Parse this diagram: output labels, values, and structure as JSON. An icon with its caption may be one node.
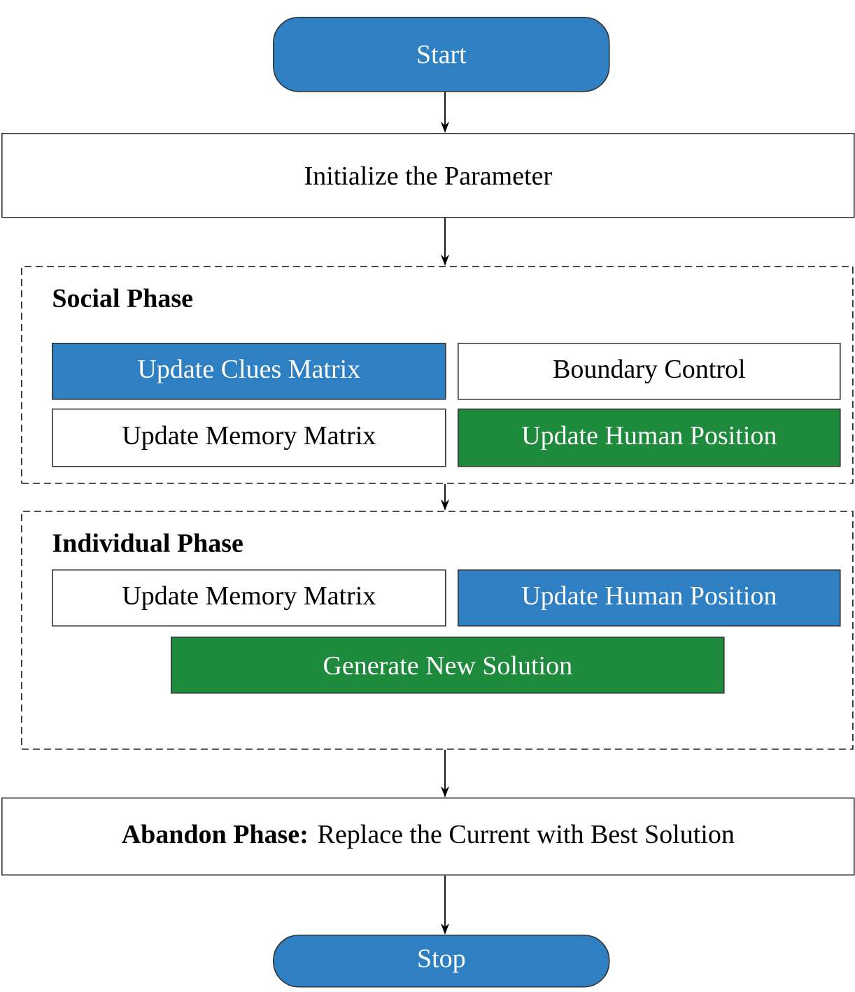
{
  "diagram": {
    "nodes": [
      {
        "text": [
          "Start"
        ]
      },
      {
        "text": [
          "Initialize the Parameter"
        ]
      },
      {
        "text": [
          "Social Phase"
        ]
      },
      {
        "text": [
          "Update Clues Matrix"
        ],
        "in": 2
      },
      {
        "text": [
          "Boundary Control"
        ],
        "in": 2
      },
      {
        "text": [
          "Update Memory Matrix"
        ],
        "in": 2
      },
      {
        "text": [
          "Update Human Position"
        ],
        "in": 2
      },
      {
        "text": [
          "Individual Phase"
        ]
      },
      {
        "text": [
          "Update Memory Matrix"
        ],
        "in": 7
      },
      {
        "text": [
          "Update Human Position"
        ],
        "in": 7
      },
      {
        "text": [
          "Generate New Solution"
        ],
        "in": 7
      },
      {
        "text": [
          "**Abandon Phase:** Replace the Current with Best Solution"
        ]
      },
      {
        "text": [
          "Stop"
        ]
      }
    ],
    "edges": [
      {
        "from": 0,
        "to": 1,
        "arrow": "to"
      },
      {
        "from": 1,
        "to": 2,
        "arrow": "to"
      },
      {
        "from": 2,
        "to": 7,
        "arrow": "to"
      },
      {
        "from": 7,
        "to": 11,
        "arrow": "to"
      },
      {
        "from": 11,
        "to": 12,
        "arrow": "to"
      }
    ]
  }
}
